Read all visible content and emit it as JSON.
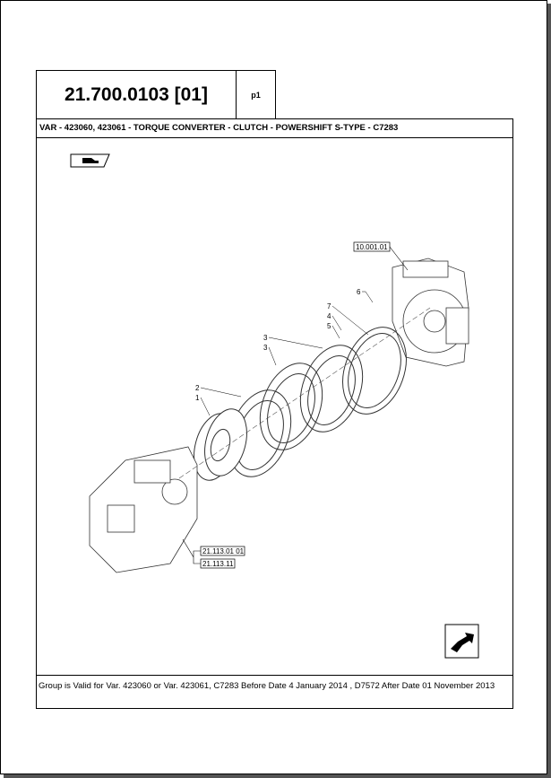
{
  "header": {
    "code": "21.700.0103 [01]",
    "page": "p1"
  },
  "subtitle": "VAR - 423060, 423061 - TORQUE CONVERTER - CLUTCH - POWERSHIFT S-TYPE - C7283",
  "diagram": {
    "refs": {
      "engine": "10.001.01",
      "trans1": "21.113.01 01",
      "trans2": "21.113.11"
    },
    "callouts": [
      "6",
      "7",
      "4",
      "5",
      "3",
      "3",
      "2",
      "1"
    ]
  },
  "footer": "Group is Valid for Var. 423060 or Var. 423061, C7283 Before Date 4 January 2014 , D7572 After Date 01 November 2013"
}
